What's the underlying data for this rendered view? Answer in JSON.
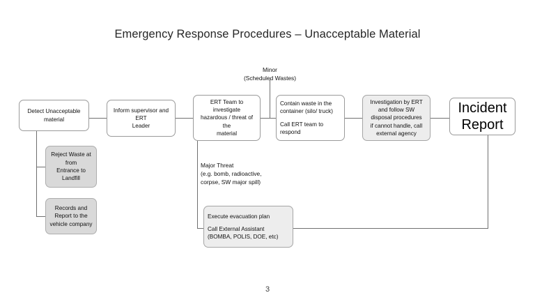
{
  "slide": {
    "title": "Emergency Response Procedures – Unacceptable Material",
    "page_number": "3",
    "colors": {
      "fill_gray": "#d9d9d9",
      "fill_gray_light": "#ededed",
      "fill_white": "#ffffff",
      "border": "#9a9a9a",
      "connector": "#6f6f6f",
      "title_text": "#262626"
    }
  },
  "flow": {
    "nodes": [
      {
        "id": "detect",
        "label": "Detect Unacceptable\nmaterial",
        "fill": "white",
        "align": "center"
      },
      {
        "id": "reject",
        "label": "Reject Waste at\nfrom\nEntrance to\nLandfill",
        "fill": "gray",
        "align": "center"
      },
      {
        "id": "records",
        "label": "Records and\nReport to the\nvehicle company",
        "fill": "gray",
        "align": "center"
      },
      {
        "id": "inform",
        "label": "Inform supervisor and\nERT\nLeader",
        "fill": "white",
        "align": "center"
      },
      {
        "id": "ert-investigate",
        "label": "ERT Team to\ninvestigate\nhazardous / threat of\nthe\nmaterial",
        "fill": "white",
        "align": "center"
      },
      {
        "id": "contain",
        "label_line1": "Contain waste in the\ncontainer (silo/ truck)",
        "label_line2": "Call ERT team to\nrespond",
        "fill": "white",
        "align": "left"
      },
      {
        "id": "investigation-sw",
        "label": "Investigation by ERT\nand follow SW\ndisposal procedures\nif cannot handle, call\nexternal agency",
        "fill": "graylight",
        "align": "center"
      },
      {
        "id": "incident-report",
        "label": "Incident\nReport",
        "fill": "white",
        "align": "center"
      },
      {
        "id": "evacuation",
        "label_line1": "Execute evacuation plan",
        "label_line2": "Call External Assistant\n(BOMBA, POLIS, DOE, etc)",
        "fill": "graylight",
        "align": "left"
      }
    ],
    "labels": [
      {
        "id": "minor-branch",
        "text": "Minor\n(Scheduled Wastes)",
        "align": "center"
      },
      {
        "id": "major-threat-branch",
        "text": "Major Threat\n(e.g. bomb, radioactive,\ncorpse, SW major spill)",
        "align": "left"
      }
    ]
  }
}
